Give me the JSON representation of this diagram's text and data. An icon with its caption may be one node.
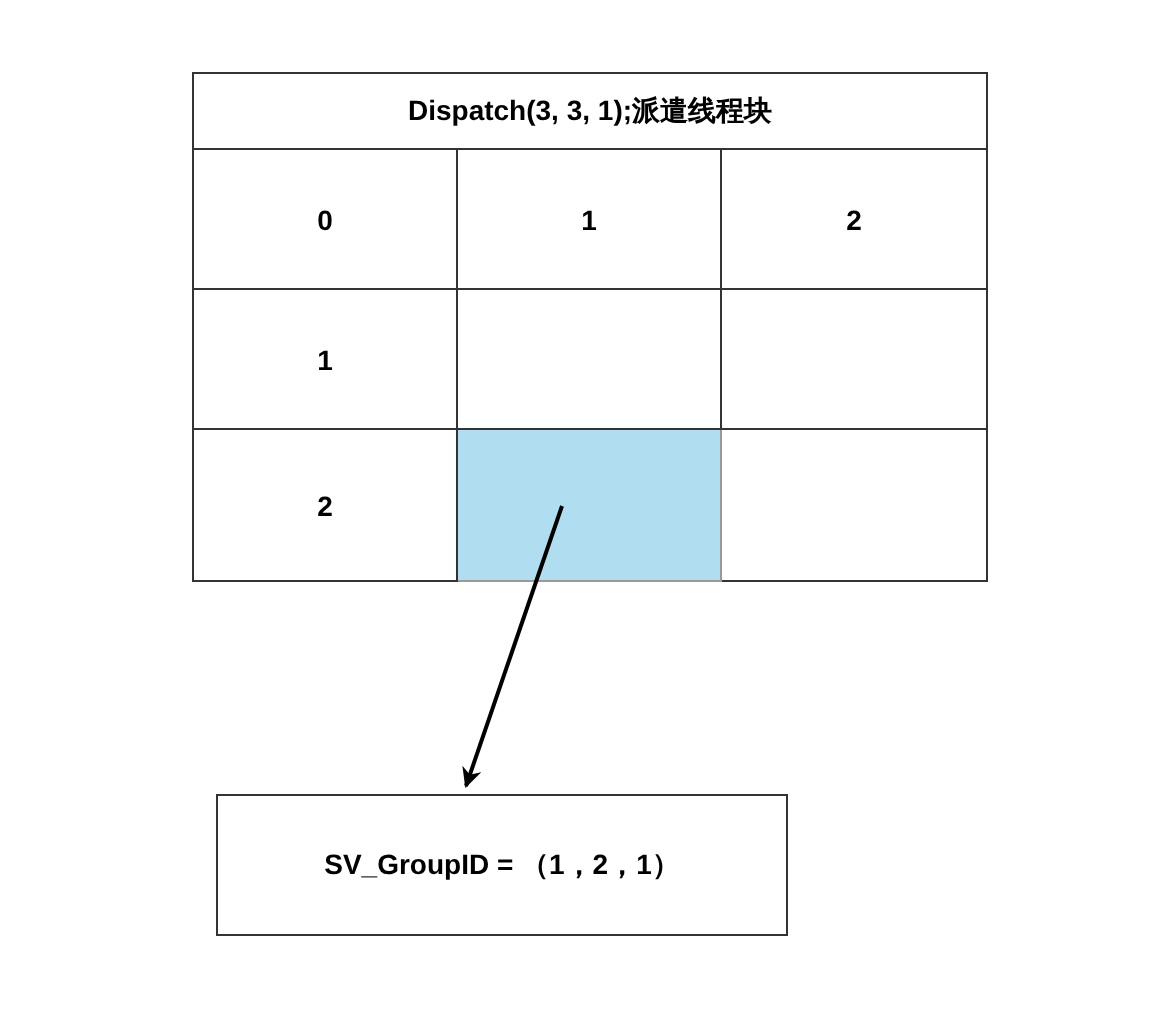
{
  "diagram": {
    "nodes": [
      {
        "text": [
          "Dispatch(3, 3, 1);派遣线程块"
        ]
      },
      {
        "text": [
          "0"
        ]
      },
      {
        "text": [
          "1"
        ]
      },
      {
        "text": [
          "2"
        ]
      },
      {
        "text": [
          "1"
        ]
      },
      {
        "text": [],
        "shape": "box"
      },
      {
        "text": [],
        "shape": "box"
      },
      {
        "text": [
          "2"
        ]
      },
      {
        "text": [],
        "shape": "box"
      },
      {
        "text": [],
        "shape": "box"
      },
      {
        "text": [
          "SV_GroupID = （1，2，1）"
        ]
      }
    ],
    "edges": [
      {
        "from": 8,
        "to": 10,
        "arrow": "to"
      }
    ]
  }
}
